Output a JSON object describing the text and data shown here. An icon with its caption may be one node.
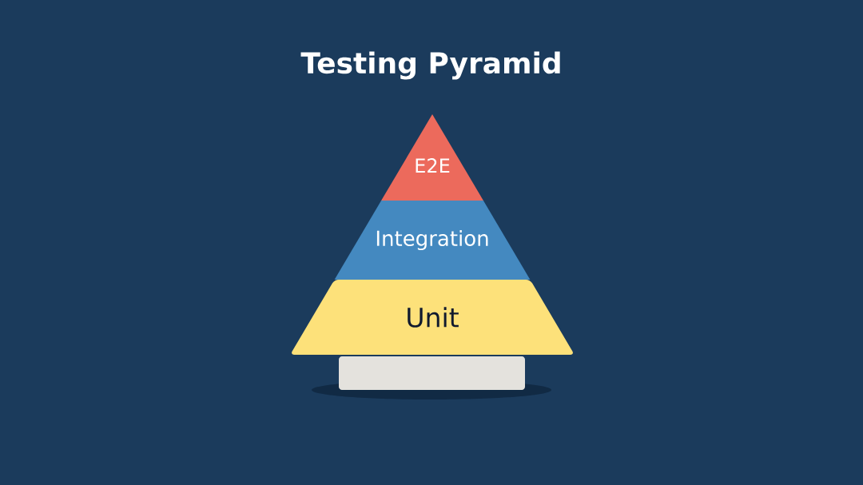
{
  "diagram": {
    "title": "Testing Pyramid",
    "nodes": [
      {
        "text": [
          "E2E"
        ]
      },
      {
        "text": [
          "Integration"
        ]
      },
      {
        "text": [
          "Unit"
        ]
      }
    ]
  }
}
